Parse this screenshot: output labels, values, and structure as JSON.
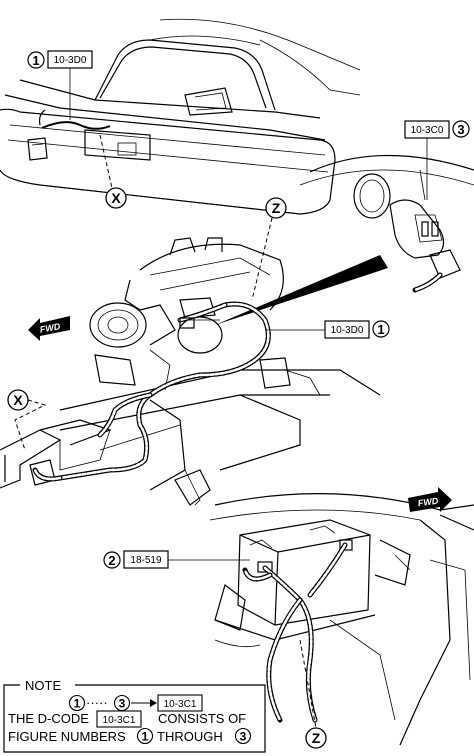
{
  "callouts": {
    "c1_top": {
      "num": "1",
      "code": "10-3D0"
    },
    "c3_inset": {
      "num": "3",
      "code": "10-3C0"
    },
    "c1_mid": {
      "num": "1",
      "code": "10-3D0"
    },
    "c2_battery": {
      "num": "2",
      "code": "18-519"
    }
  },
  "markers": {
    "x_top": "X",
    "x_left": "X",
    "z_mid": "Z",
    "z_bottom": "Z"
  },
  "fwd_arrows": {
    "left": "FWD",
    "right": "FWD"
  },
  "note": {
    "title": "NOTE",
    "range_start": "1",
    "range_dots": "·····",
    "range_end": "3",
    "range_code": "10-3C1",
    "line2_prefix": "THE D-CODE",
    "line2_code": "10-3C1",
    "line2_suffix": "CONSISTS OF",
    "line3_prefix": "FIGURE NUMBERS",
    "line3_num1": "1",
    "line3_mid": "THROUGH",
    "line3_num3": "3"
  }
}
